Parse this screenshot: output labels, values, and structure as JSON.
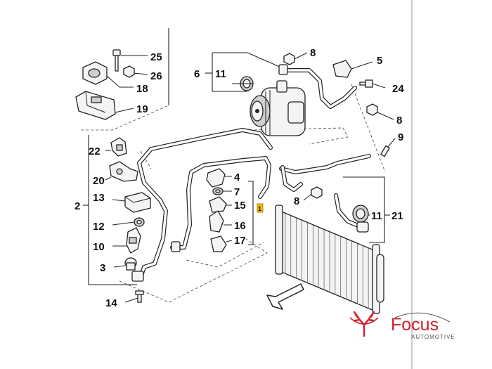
{
  "callouts": {
    "c25": "25",
    "c26": "26",
    "c18": "18",
    "c19": "19",
    "c6": "6",
    "c11a": "11",
    "c8a": "8",
    "c5": "5",
    "c24": "24",
    "c8b": "8",
    "c9": "9",
    "c22": "22",
    "c20": "20",
    "c13": "13",
    "c12": "12",
    "c10": "10",
    "c3": "3",
    "c14": "14",
    "c4": "4",
    "c7": "7",
    "c15": "15",
    "c16": "16",
    "c17": "17",
    "c8c": "8",
    "c11b": "11",
    "c21": "21",
    "c1": "1",
    "c2": "2"
  },
  "brand": {
    "name": "Focus",
    "tagline": "AUTOMOTIVE"
  },
  "colors": {
    "brand_red": "#d3202a",
    "highlight": "#f0c000",
    "line": "#222222"
  }
}
